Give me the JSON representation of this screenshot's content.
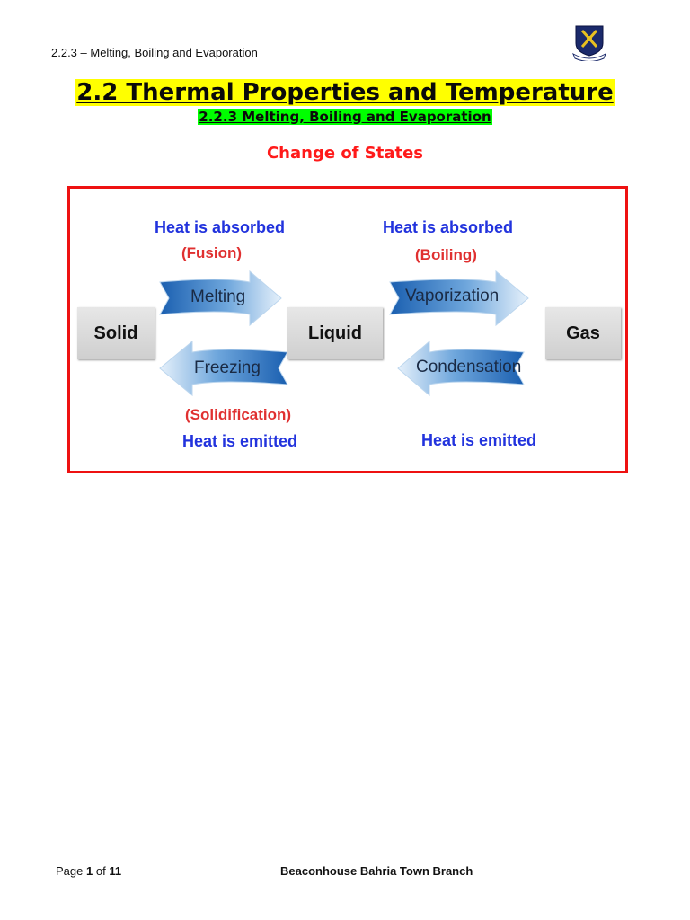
{
  "header": {
    "running_title": "2.2.3 – Melting, Boiling and Evaporation"
  },
  "title": "2.2 Thermal Properties and Temperature",
  "subtitle": "2.2.3 Melting, Boiling and Evaporation",
  "section_title": "Change of States",
  "diagram": {
    "states": [
      "Solid",
      "Liquid",
      "Gas"
    ],
    "top_left": {
      "heat": "Heat is absorbed",
      "note": "(Fusion)",
      "process": "Melting"
    },
    "top_right": {
      "heat": "Heat is absorbed",
      "note": "(Boiling)",
      "process": "Vaporization"
    },
    "bottom_left": {
      "process": "Freezing",
      "note": "(Solidification)",
      "heat": "Heat is emitted"
    },
    "bottom_right": {
      "process": "Condensation",
      "heat": "Heat is emitted"
    }
  },
  "footer": {
    "page_word": "Page",
    "page_number": "1",
    "of_word": "of",
    "page_total": "11",
    "branch": "Beaconhouse Bahria Town Branch"
  },
  "colors": {
    "title_highlight": "#ffff00",
    "subtitle_highlight": "#00ff00",
    "section_title": "#ff1a1a",
    "diagram_border": "#ee1111",
    "heat_text": "#2233dd",
    "note_text": "#e03030",
    "arrow_fill": "#3d7fc4"
  }
}
